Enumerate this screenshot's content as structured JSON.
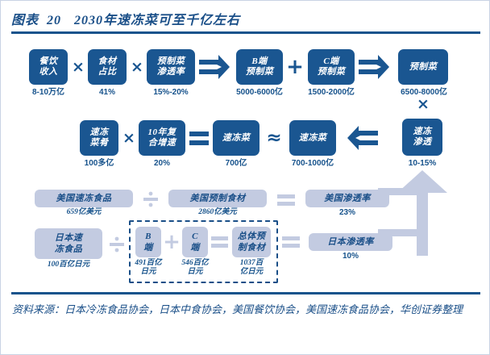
{
  "header": {
    "prefix": "图表",
    "number": "20",
    "title": "2030年速冻菜可至千亿左右"
  },
  "footer": {
    "source": "资料来源：日本冷冻食品协会，日本中食协会，美国餐饮协会，美国速冻食品协会，华创证券整理"
  },
  "colors": {
    "dark_blue": "#1a5691",
    "accent_line": "#17538c",
    "light_box": "#c3cbe1",
    "arrow_gray": "#c3cbe1",
    "text_blue": "#1a4f88"
  },
  "row1": {
    "boxes": [
      {
        "label": "餐饮\n收入",
        "line1": "餐饮",
        "line2": "收入",
        "caption": "8-10万亿"
      },
      {
        "label": "食材\n占比",
        "line1": "食材",
        "line2": "占比",
        "caption": "41%"
      },
      {
        "label": "预制菜\n渗透率",
        "line1": "预制菜",
        "line2": "渗透率",
        "caption": "15%-20%"
      },
      {
        "label": "B端\n预制菜",
        "line1": "B端",
        "line2": "预制菜",
        "caption": "5000-6000亿"
      },
      {
        "label": "C端\n预制菜",
        "line1": "C端",
        "line2": "预制菜",
        "caption": "1500-2000亿"
      },
      {
        "label": "预制菜",
        "line1": "预制菜",
        "line2": "",
        "caption": "6500-8000亿"
      }
    ],
    "operators": [
      "×",
      "×",
      "⇒",
      "+",
      "⇒"
    ]
  },
  "row2": {
    "boxes": [
      {
        "line1": "速冻",
        "line2": "菜肴",
        "caption": "100多亿"
      },
      {
        "line1": "10年复",
        "line2": "合增速",
        "caption": "20%"
      },
      {
        "line1": "速冻菜",
        "line2": "",
        "caption": "700亿"
      },
      {
        "line1": "速冻菜",
        "line2": "",
        "caption": "700-1000亿"
      },
      {
        "line1": "速冻",
        "line2": "渗透",
        "caption": "10-15%"
      }
    ],
    "operators": [
      "×",
      "=",
      "≈",
      "⇐"
    ],
    "cross_to_row1": "×"
  },
  "row3": {
    "us": {
      "numerator": {
        "label": "美国速冻食品",
        "caption": "659亿美元"
      },
      "denominator": {
        "label": "美国预制食材",
        "caption": "2860亿美元"
      },
      "result": {
        "label": "美国渗透率",
        "caption": "23%"
      },
      "op_div": "÷",
      "op_eq": "="
    },
    "jp": {
      "numerator": {
        "label1": "日本速",
        "label2": "冻食品",
        "caption": "100百亿日元"
      },
      "b_end": {
        "line1": "B",
        "line2": "端",
        "caption1": "491百亿",
        "caption2": "日元"
      },
      "c_end": {
        "line1": "C",
        "line2": "端",
        "caption1": "546百亿",
        "caption2": "日元"
      },
      "total": {
        "line1": "总体预",
        "line2": "制食材",
        "caption1": "1037百",
        "caption2": "亿日元"
      },
      "result": {
        "label": "日本渗透率",
        "caption": "10%"
      },
      "op_div": "÷",
      "op_plus": "+",
      "op_eq_inner": "=",
      "op_eq_outer": "="
    }
  }
}
